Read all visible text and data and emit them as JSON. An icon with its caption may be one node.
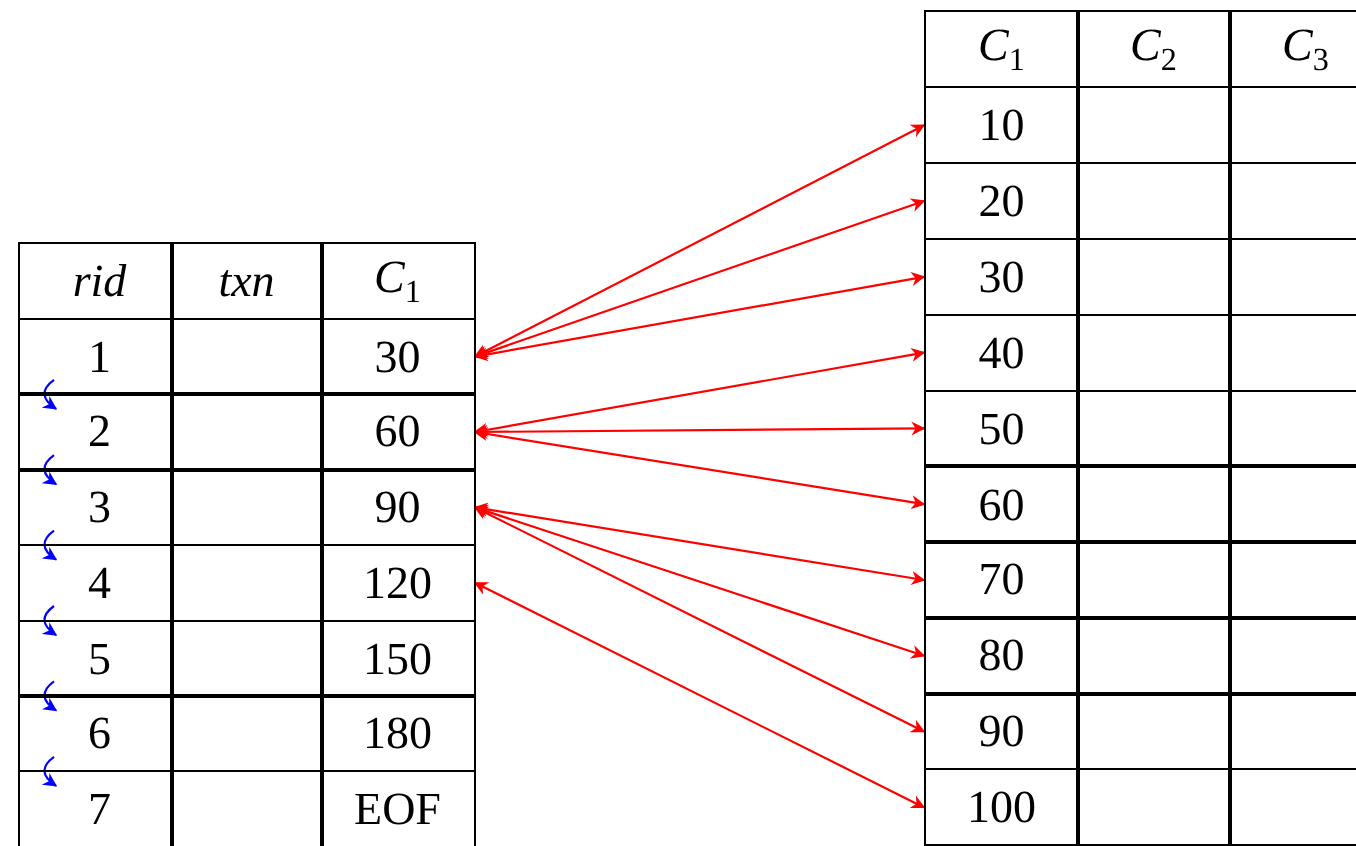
{
  "diagram": {
    "nodes": [
      {
        "text": [
          "1"
        ]
      },
      {
        "text": [
          "2"
        ]
      },
      {
        "text": [
          "3"
        ]
      },
      {
        "text": [
          "4"
        ]
      },
      {
        "text": [
          "5"
        ]
      },
      {
        "text": [
          "6"
        ]
      },
      {
        "text": [
          "7"
        ]
      },
      {
        "text": [
          "30"
        ]
      },
      {
        "text": [
          "60"
        ]
      },
      {
        "text": [
          "90"
        ]
      },
      {
        "text": [
          "120"
        ]
      },
      {
        "text": [
          "150"
        ]
      },
      {
        "text": [
          "180"
        ]
      },
      {
        "text": [
          "EOF"
        ]
      },
      {
        "text": [
          "10"
        ]
      },
      {
        "text": [
          "20"
        ]
      },
      {
        "text": [
          "30"
        ]
      },
      {
        "text": [
          "40"
        ]
      },
      {
        "text": [
          "50"
        ]
      },
      {
        "text": [
          "60"
        ]
      },
      {
        "text": [
          "70"
        ]
      },
      {
        "text": [
          "80"
        ]
      },
      {
        "text": [
          "90"
        ]
      },
      {
        "text": [
          "100"
        ]
      },
      {
        "text": [
          "rid"
        ]
      },
      {
        "text": [
          "txn"
        ]
      },
      {
        "text": [
          "C$_{1}$"
        ]
      },
      {
        "text": [
          "C$_{1}$"
        ]
      },
      {
        "text": [
          "C$_{2}$"
        ]
      },
      {
        "text": [
          "C$_{3}$"
        ]
      }
    ],
    "edges": [
      {
        "from": 7,
        "to": 14,
        "arrow": "both"
      },
      {
        "from": 7,
        "to": 15,
        "arrow": "both"
      },
      {
        "from": 7,
        "to": 16,
        "arrow": "both"
      },
      {
        "from": 8,
        "to": 17,
        "arrow": "both"
      },
      {
        "from": 8,
        "to": 18,
        "arrow": "both"
      },
      {
        "from": 8,
        "to": 19,
        "arrow": "both"
      },
      {
        "from": 9,
        "to": 20,
        "arrow": "both"
      },
      {
        "from": 9,
        "to": 21,
        "arrow": "both"
      },
      {
        "from": 9,
        "to": 22,
        "arrow": "both"
      },
      {
        "from": 10,
        "to": 23,
        "arrow": "both"
      },
      {
        "from": 0,
        "to": 1,
        "arrow": "to",
        "color": "#0000ff"
      },
      {
        "from": 1,
        "to": 2,
        "arrow": "to",
        "color": "#0000ff"
      },
      {
        "from": 2,
        "to": 3,
        "arrow": "to",
        "color": "#0000ff"
      },
      {
        "from": 3,
        "to": 4,
        "arrow": "to",
        "color": "#0000ff"
      },
      {
        "from": 4,
        "to": 5,
        "arrow": "to",
        "color": "#0000ff"
      },
      {
        "from": 5,
        "to": 6,
        "arrow": "to",
        "color": "#0000ff"
      }
    ]
  }
}
